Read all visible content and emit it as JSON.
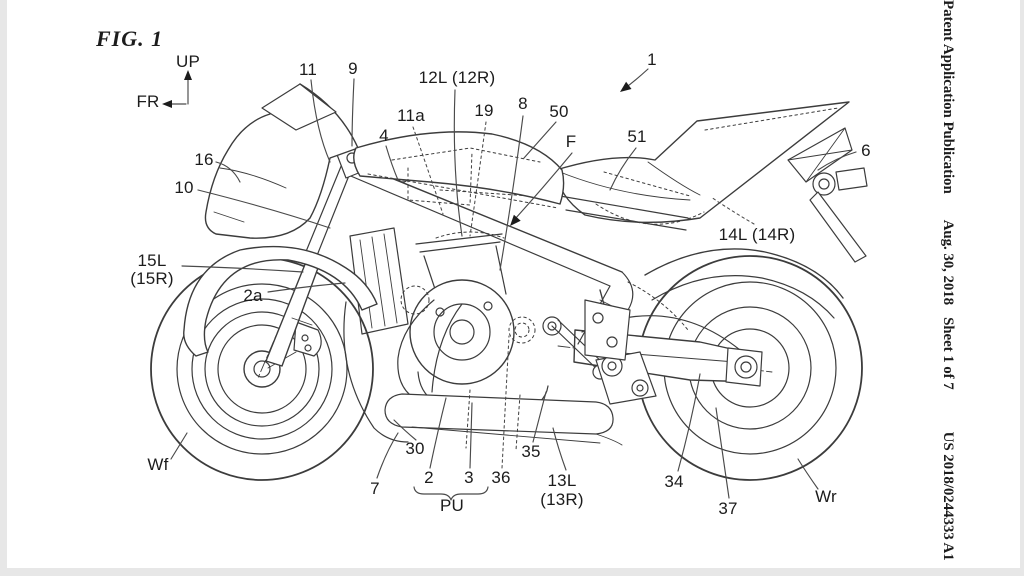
{
  "page": {
    "fig_label": "FIG. 1"
  },
  "margin": {
    "publication": "Patent Application Publication",
    "date": "Aug. 30, 2018",
    "sheet": "Sheet 1 of 7",
    "number": "US 2018/0244333 A1"
  },
  "axes": {
    "up": "UP",
    "fr": "FR"
  },
  "refs": {
    "n1": "1",
    "n2": "2",
    "n2a": "2a",
    "n3": "3",
    "n4": "4",
    "n6": "6",
    "n7": "7",
    "n8": "8",
    "n9": "9",
    "n10": "10",
    "n11": "11",
    "n11a": "11a",
    "n12": "12L (12R)",
    "n13a": "13L",
    "n13b": "(13R)",
    "n14": "14L (14R)",
    "n15a": "15L",
    "n15b": "(15R)",
    "n16": "16",
    "n19": "19",
    "n30": "30",
    "n34": "34",
    "n35": "35",
    "n36": "36",
    "n37": "37",
    "n50": "50",
    "n51": "51",
    "nF": "F",
    "pu": "PU",
    "wf": "Wf",
    "wr": "Wr"
  },
  "colors": {
    "ink": "#1c1c1c",
    "line": "#3c3c3c",
    "leader": "#4a4a4a",
    "background": "#ffffff"
  }
}
